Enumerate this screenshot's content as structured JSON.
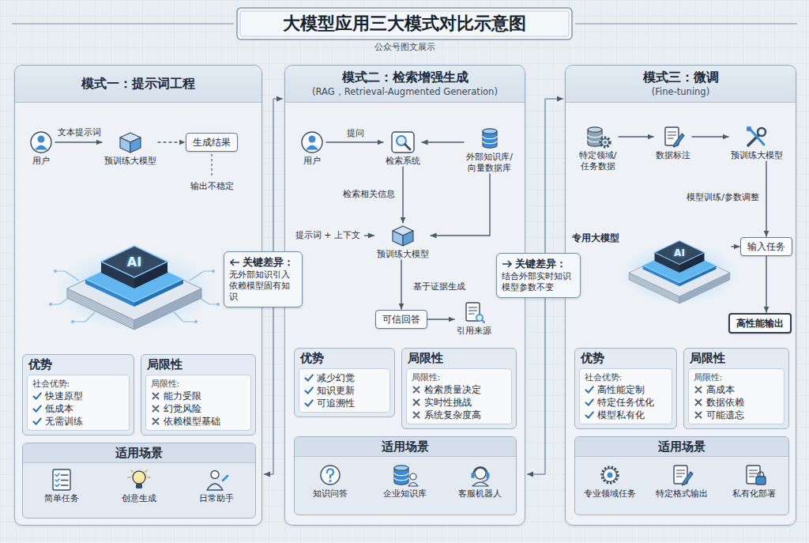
{
  "diagram": {
    "title": "大模型应用三大模式对比示意图",
    "caption": "公众号图文展示",
    "nodes": [
      {
        "text": [
          "模式一：提示词工程"
        ]
      },
      {
        "text": [
          "用户"
        ],
        "in": 0
      },
      {
        "text": [
          "预训练大模型"
        ],
        "in": 0
      },
      {
        "text": [
          "生成结果"
        ],
        "in": 0
      },
      {
        "text": [
          "优势",
          "社会优势:",
          "快速原型",
          "低成本",
          "无需训练"
        ],
        "in": 0
      },
      {
        "text": [
          "局限性",
          "局限性:",
          "能力受限",
          "幻觉风险",
          "依赖模型基础"
        ],
        "in": 0
      },
      {
        "text": [
          "适用场景"
        ],
        "in": 0
      },
      {
        "text": [
          "简单任务"
        ],
        "in": 6
      },
      {
        "text": [
          "创意生成"
        ],
        "in": 6
      },
      {
        "text": [
          "日常助手"
        ],
        "in": 6
      },
      {
        "text": [
          "关键差异：",
          "无外部知识引入 依赖模型固有知识"
        ]
      },
      {
        "text": [
          "模式二：检索增强生成",
          "(RAG，Retrieval-Augmented Generation)"
        ]
      },
      {
        "text": [
          "用户"
        ],
        "in": 11
      },
      {
        "text": [
          "检索系统"
        ],
        "in": 11
      },
      {
        "text": [
          "外部知识库/向量数据库"
        ],
        "in": 11
      },
      {
        "text": [
          "预训练大模型"
        ],
        "in": 11
      },
      {
        "text": [
          "可信回答"
        ],
        "in": 11
      },
      {
        "text": [
          "引用来源"
        ],
        "in": 11
      },
      {
        "text": [
          "优势",
          "减少幻觉",
          "知识更新",
          "可追溯性"
        ],
        "in": 11
      },
      {
        "text": [
          "局限性",
          "局限性:",
          "检索质量决定",
          "实时性挑战",
          "系统复杂度高"
        ],
        "in": 11
      },
      {
        "text": [
          "适用场景"
        ],
        "in": 11
      },
      {
        "text": [
          "知识问答"
        ],
        "in": 20
      },
      {
        "text": [
          "企业知识库"
        ],
        "in": 20
      },
      {
        "text": [
          "客服机器人"
        ],
        "in": 20
      },
      {
        "text": [
          "关键差异：",
          "结合外部实时知识 模型参数不变"
        ]
      },
      {
        "text": [
          "模式三：微调",
          "(Fine-tuning)"
        ]
      },
      {
        "text": [
          "特定领域/任务数据"
        ],
        "in": 25
      },
      {
        "text": [
          "数据标注"
        ],
        "in": 25
      },
      {
        "text": [
          "预训练大模型"
        ],
        "in": 25
      },
      {
        "text": [
          "专用大模型"
        ],
        "in": 25
      },
      {
        "text": [
          "输入任务"
        ],
        "in": 25
      },
      {
        "text": [
          "高性能输出"
        ],
        "in": 25
      },
      {
        "text": [
          "优势",
          "社会优势:",
          "高性能定制",
          "特定任务优化",
          "模型私有化"
        ],
        "in": 25
      },
      {
        "text": [
          "局限性",
          "局限性:",
          "高成本",
          "数据依赖",
          "可能遗忘"
        ],
        "in": 25
      },
      {
        "text": [
          "适用场景"
        ],
        "in": 25
      },
      {
        "text": [
          "专业领域任务"
        ],
        "in": 34
      },
      {
        "text": [
          "特定格式输出"
        ],
        "in": 34
      },
      {
        "text": [
          "私有化部署"
        ],
        "in": 34
      }
    ],
    "edges": [
      {
        "from": 1,
        "to": 2,
        "label": "文本提示词",
        "arrow": "to"
      },
      {
        "from": 2,
        "to": 3,
        "arrow": "to"
      },
      {
        "from": 12,
        "to": 13,
        "label": "提问",
        "arrow": "to"
      },
      {
        "from": 14,
        "to": 13,
        "arrow": "to"
      },
      {
        "from": 13,
        "to": 15,
        "label": "检索相关信息",
        "arrow": "to"
      },
      {
        "from": 14,
        "to": 15,
        "arrow": "to"
      },
      {
        "from": 15,
        "to": 16,
        "label": "基于证据生成",
        "arrow": "to"
      },
      {
        "from": 16,
        "to": 17,
        "arrow": "to"
      },
      {
        "from": 26,
        "to": 27,
        "arrow": "to"
      },
      {
        "from": 27,
        "to": 28,
        "arrow": "to"
      },
      {
        "from": 28,
        "to": 30,
        "label": "模型训练/参数调整",
        "arrow": "to"
      },
      {
        "from": 29,
        "to": 30,
        "arrow": "to"
      },
      {
        "from": 30,
        "to": 31,
        "arrow": "to"
      }
    ],
    "labels": [
      "输出不稳定",
      "提示词 + 上下文",
      "AI",
      "AI"
    ]
  }
}
